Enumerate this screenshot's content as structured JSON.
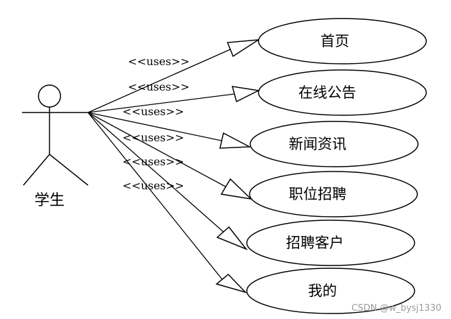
{
  "diagram": {
    "actor": {
      "label": "学生"
    },
    "relation_label": "<<uses>>",
    "use_cases": [
      {
        "label": "首页"
      },
      {
        "label": "在线公告"
      },
      {
        "label": "新闻资讯"
      },
      {
        "label": "职位招聘"
      },
      {
        "label": "招聘客户"
      },
      {
        "label": "我的"
      }
    ]
  },
  "watermark": "CSDN @w_bysj1330"
}
